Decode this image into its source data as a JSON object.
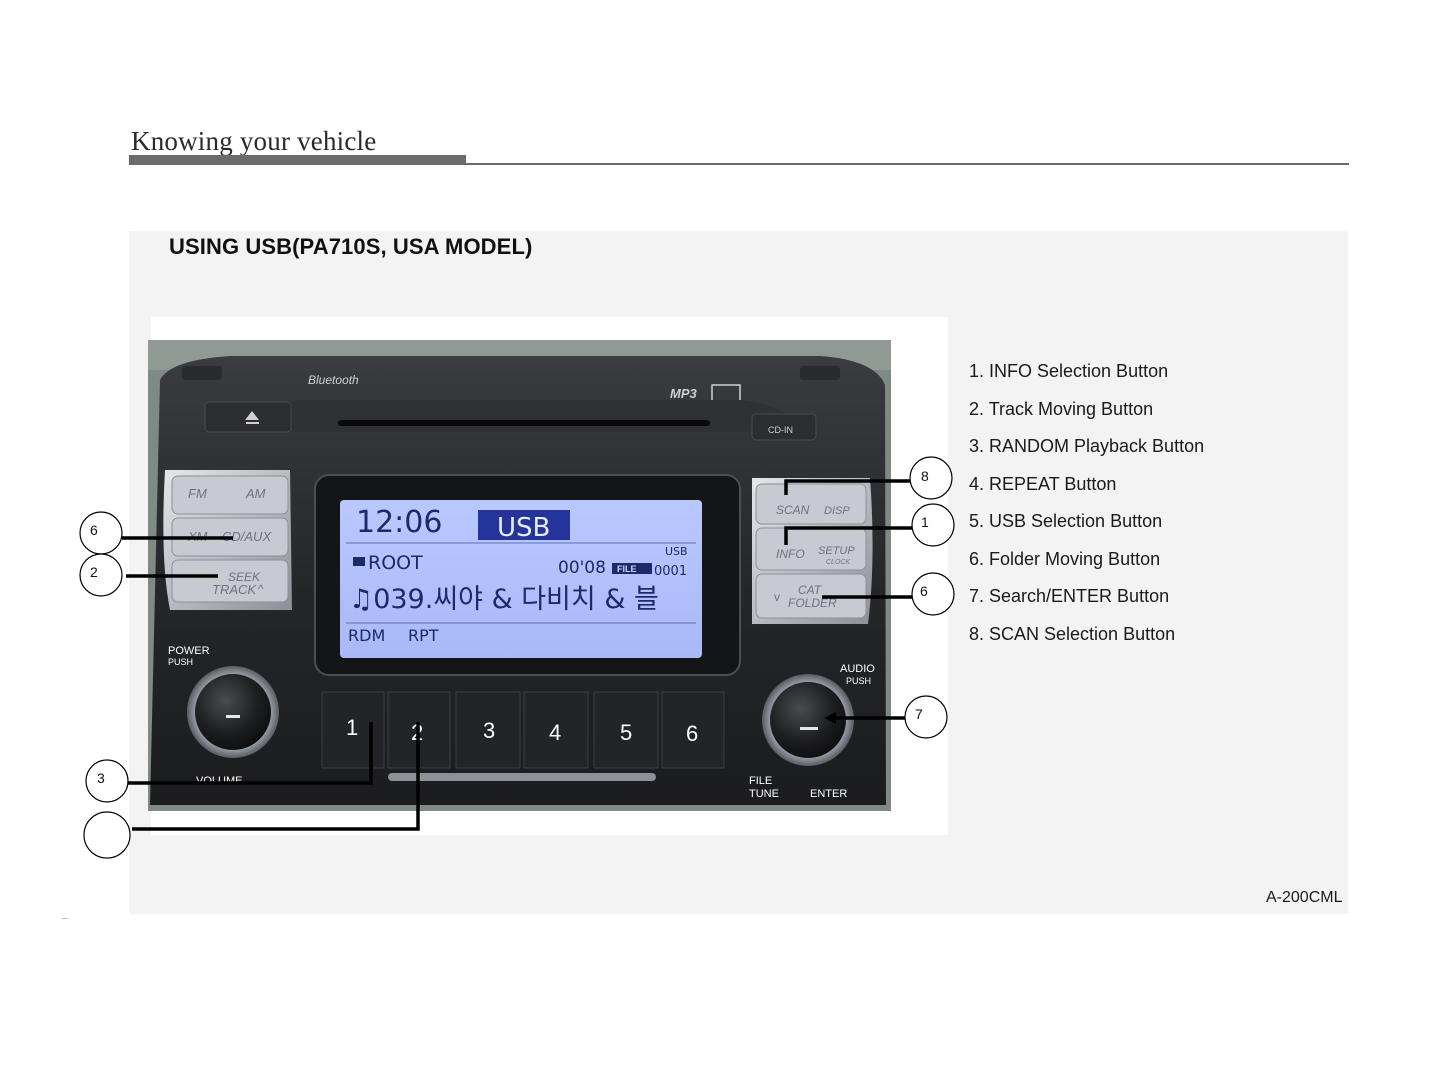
{
  "header": {
    "title": "Knowing your vehicle"
  },
  "section": {
    "title": "USING USB(PA710S, USA MODEL)"
  },
  "legend": [
    "1. INFO Selection Button",
    "2. Track Moving Button",
    "3. RANDOM Playback Button",
    "4. REPEAT Button",
    "5. USB Selection Button",
    "6. Folder Moving Button",
    "7. Search/ENTER Button",
    "8. SCAN Selection Button"
  ],
  "figure_code": "A-200CML",
  "radio": {
    "brand": "Bluetooth",
    "logos": "MP3",
    "cd_in": "CD-IN",
    "left_buttons": {
      "fm": "FM",
      "am": "AM",
      "xm": "XM",
      "cd_aux": "CD/AUX",
      "seek": "SEEK",
      "track": "TRACK"
    },
    "right_buttons": {
      "scan": "SCAN",
      "disp": "DISP",
      "info": "INFO",
      "setup": "SETUP",
      "clock": "CLOCK",
      "cat": "CAT",
      "folder": "FOLDER"
    },
    "knob_labels": {
      "power": "POWER",
      "push": "PUSH",
      "volume": "VOLUME",
      "audio": "AUDIO",
      "audio_push": "PUSH",
      "file": "FILE",
      "tune": "TUNE",
      "enter": "ENTER"
    },
    "presets": [
      "1",
      "2",
      "3",
      "4",
      "5",
      "6"
    ],
    "display": {
      "time": "12:06",
      "source": "USB",
      "folder": "ROOT",
      "source_small": "USB",
      "elapsed": "00'08",
      "file_tag": "FILE",
      "file_no": "0001",
      "track": "♫039.씨야 & 다비치 & 블",
      "rdm": "RDM",
      "rpt": "RPT"
    }
  },
  "callouts": [
    "8",
    "1",
    "6",
    "7",
    "6",
    "2",
    "3",
    ""
  ]
}
